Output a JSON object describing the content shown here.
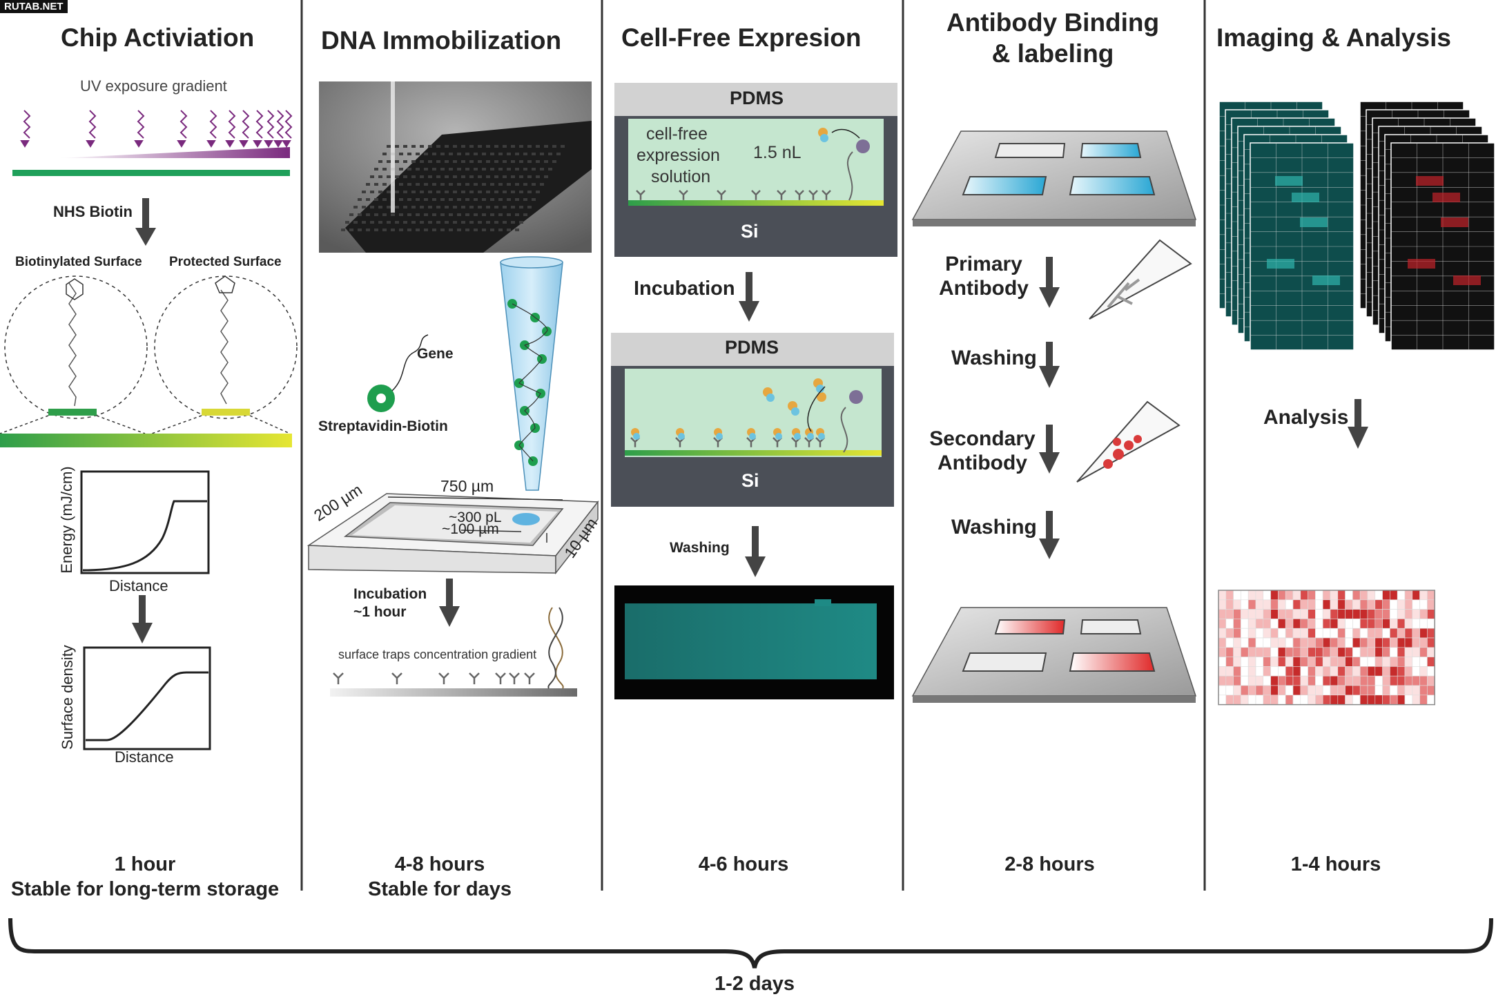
{
  "watermark": "RUTAB.NET",
  "total_time": "1-2 days",
  "panels": [
    {
      "title": "Chip Activiation",
      "uv_label": "UV exposure gradient",
      "step_label": "NHS Biotin",
      "surface_left": "Biotinylated Surface",
      "surface_right": "Protected Surface",
      "plot1": {
        "ylabel": "Energy (mJ/cm)",
        "xlabel": "Distance"
      },
      "plot2": {
        "ylabel": "Surface density",
        "xlabel": "Distance"
      },
      "time": "1 hour",
      "note": "Stable for long-term storage"
    },
    {
      "title": "DNA Immobilization",
      "gene_label": "Gene",
      "sa_label": "Streptavidin-Biotin",
      "dim_length": "750 µm",
      "dim_width": "200 µm",
      "dim_depth": "10 µm",
      "dim_volume": "~300 pL",
      "dim_drop": "~100 µm",
      "incubation": "Incubation",
      "incubation_time": "~1 hour",
      "gradient_label": "surface traps concentration gradient",
      "time": "4-8 hours",
      "note": "Stable for days"
    },
    {
      "title": "Cell-Free Expresion",
      "pdms": "PDMS",
      "si": "Si",
      "cf_line1": "cell-free",
      "cf_line2": "expression",
      "cf_line3": "solution",
      "volume": "1.5 nL",
      "incubation": "Incubation",
      "washing": "Washing",
      "time": "4-6 hours"
    },
    {
      "title_line1": "Antibody Binding",
      "title_line2": "& labeling",
      "primary_line1": "Primary",
      "primary_line2": "Antibody",
      "washing": "Washing",
      "secondary_line1": "Secondary",
      "secondary_line2": "Antibody",
      "time": "2-8 hours"
    },
    {
      "title": "Imaging & Analysis",
      "analysis": "Analysis",
      "time": "1-4 hours"
    }
  ],
  "colors": {
    "green": "#2e9e4a",
    "purple": "#7a2a7e",
    "teal": "#1b7e7a",
    "red": "#c92a2a",
    "pdms_gray": "#d2d2d2",
    "si_dark": "#4b4f57",
    "solution": "#c5e6cf",
    "arrow": "#444444"
  }
}
